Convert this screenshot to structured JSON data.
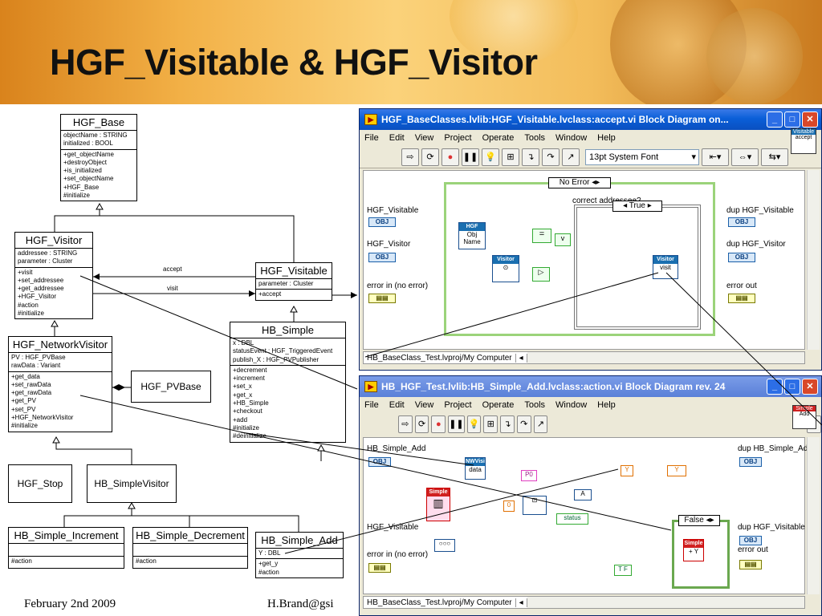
{
  "slide": {
    "title": "HGF_Visitable & HGF_Visitor",
    "footer_date": "February 2nd 2009",
    "footer_author": "H.Brand@gsi"
  },
  "uml": {
    "hgf_base": {
      "name": "HGF_Base",
      "attributes": [
        "objectName : STRING",
        "initialized : BOOL"
      ],
      "operations": [
        "+get_objectName",
        "+destroyObject",
        "+is_initialized",
        "+set_objectName",
        "+HGF_Base",
        "#initialize"
      ]
    },
    "hgf_visitor": {
      "name": "HGF_Visitor",
      "attributes": [
        "addressee : STRING",
        "parameter : Cluster"
      ],
      "operations": [
        "+visit",
        "+set_addressee",
        "+get_addressee",
        "+HGF_Visitor",
        "#action",
        "#initialize"
      ]
    },
    "hgf_visitable": {
      "name": "HGF_Visitable",
      "attributes": [
        "parameter : Cluster"
      ],
      "operations": [
        "+accept"
      ]
    },
    "hb_simple": {
      "name": "HB_Simple",
      "attributes": [
        "x : DBL",
        "statusEvent : HGF_TriggeredEvent",
        "publish_X : HGF_PVPublisher"
      ],
      "operations": [
        "+decrement",
        "+increment",
        "+set_x",
        "+get_x",
        "+HB_Simple",
        "+checkout",
        "+add",
        "#initialize",
        "#deinitialize"
      ]
    },
    "hgf_networkvisitor": {
      "name": "HGF_NetworkVisitor",
      "attributes": [
        "PV : HGF_PVBase",
        "rawData : Variant"
      ],
      "operations": [
        "+get_data",
        "+set_rawData",
        "+get_rawData",
        "+get_PV",
        "+set_PV",
        "+HGF_NetworkVisitor",
        "#initialize"
      ]
    },
    "hgf_pvbase": {
      "name": "HGF_PVBase"
    },
    "hgf_stop": {
      "name": "HGF_Stop"
    },
    "hb_simplevisitor": {
      "name": "HB_SimpleVisitor"
    },
    "hb_simple_increment": {
      "name": "HB_Simple_Increment",
      "operations": [
        "#action"
      ]
    },
    "hb_simple_decrement": {
      "name": "HB_Simple_Decrement",
      "operations": [
        "#action"
      ]
    },
    "hb_simple_add": {
      "name": "HB_Simple_Add",
      "attributes": [
        "Y : DBL"
      ],
      "operations": [
        "+get_y",
        "#action"
      ]
    },
    "assoc_accept": "accept",
    "assoc_visit": "visit"
  },
  "win1": {
    "title": "HGF_BaseClasses.lvlib:HGF_Visitable.lvclass:accept.vi Block Diagram on...",
    "menu": [
      "File",
      "Edit",
      "View",
      "Project",
      "Operate",
      "Tools",
      "Window",
      "Help"
    ],
    "font_select": "13pt System Font",
    "icon_top": "Visitable",
    "icon_bottom": "accept",
    "case_selector": "No Error",
    "inner_label": "correct addressee?",
    "inner_selector": "True",
    "labels": {
      "in1": "HGF_Visitable",
      "in2": "HGF_Visitor",
      "in3": "error in (no error)",
      "out1": "dup HGF_Visitable",
      "out2": "dup HGF_Visitor",
      "out3": "error out"
    },
    "node_base": "HGF Base",
    "node_base_sub": "Obj Name",
    "node_visitor": "Visitor",
    "node_visit_head": "Visitor",
    "node_visit": "visit",
    "status": "HB_BaseClass_Test.lvproj/My Computer",
    "term": "OBJ"
  },
  "win2": {
    "title": "HB_HGF_Test.lvlib:HB_Simple_Add.lvclass:action.vi Block Diagram rev. 24",
    "menu": [
      "File",
      "Edit",
      "View",
      "Project",
      "Operate",
      "Tools",
      "Window",
      "Help"
    ],
    "icon_top": "Simple",
    "icon_bottom": "Add",
    "labels": {
      "in1": "HB_Simple_Add",
      "in2": "HGF_Visitable",
      "in3": "error in (no error)",
      "out1": "dup HB_Simple_Add",
      "out2": "dup HGF_Visitable",
      "out3": "error out"
    },
    "case_selector": "False",
    "const_p0": "P0",
    "const_0": "0",
    "status_label": "status",
    "node_nw": "NWVisit",
    "node_nw_sub": "data",
    "node_simple": "Simple",
    "node_simple_sub": "+ Y",
    "y_a": "Y",
    "y_b": "Y",
    "a_node": "A",
    "tf": "T F",
    "status": "HB_BaseClass_Test.lvproj/My Computer",
    "term": "OBJ"
  },
  "colors": {
    "title_bar": "#0a5fd8",
    "wire_class": "#1a6fb0",
    "wire_error": "#7a7a00",
    "wire_string": "#e040c0",
    "case_border": "#9bd37a"
  }
}
